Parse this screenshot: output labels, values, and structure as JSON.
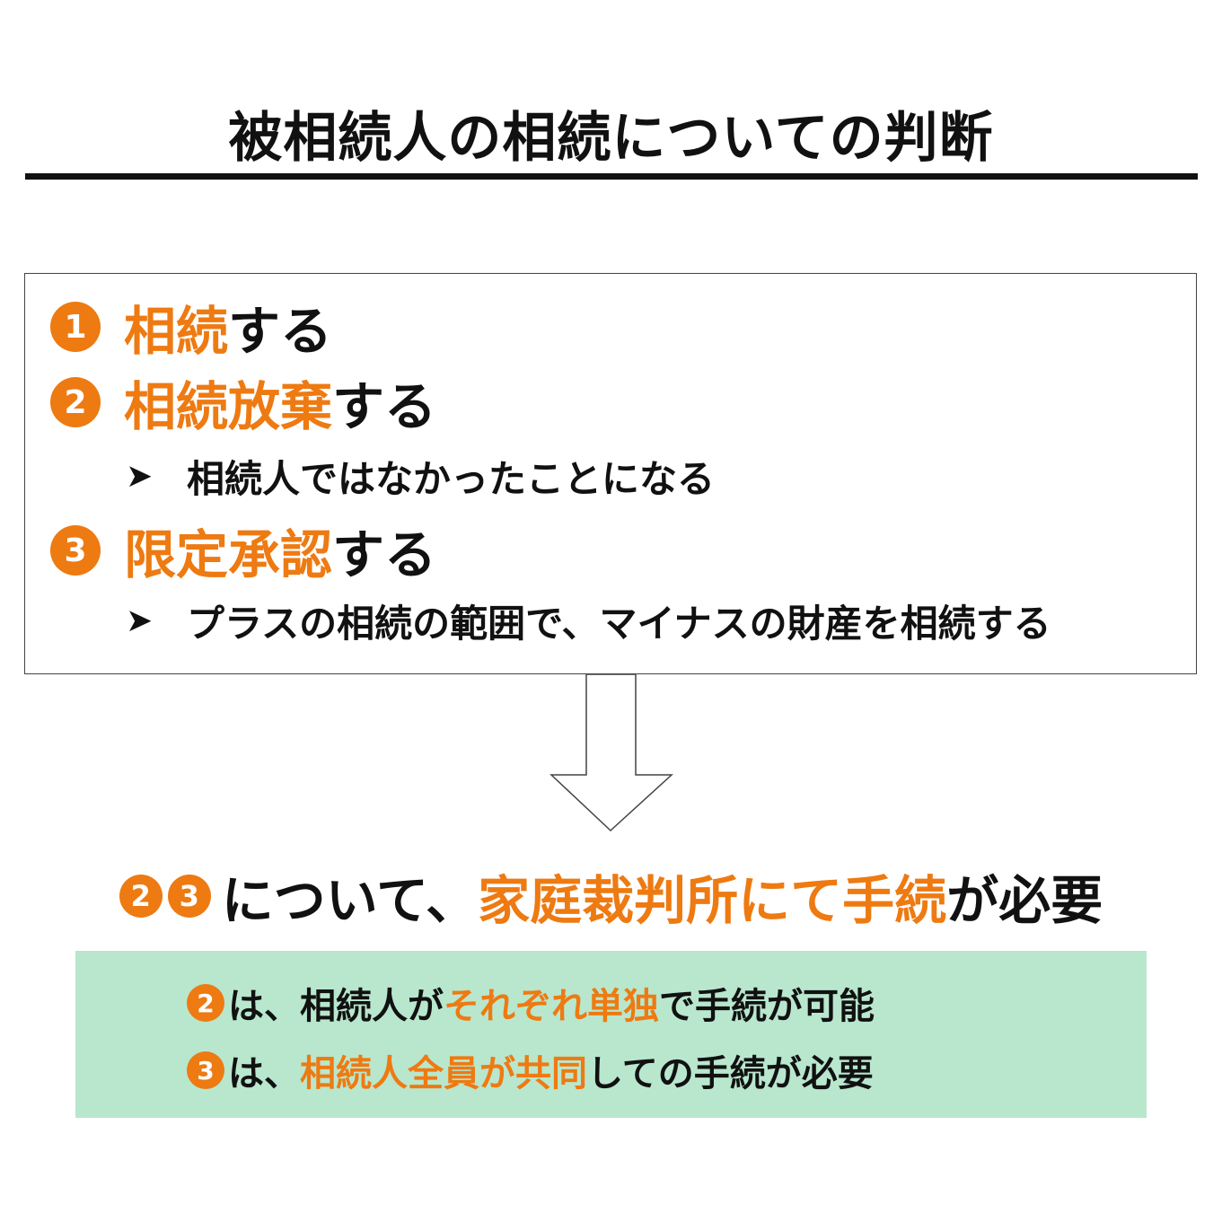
{
  "title": "被相続人の相続についての判断",
  "options": [
    {
      "number": "1",
      "highlight": "相続",
      "rest": "する"
    },
    {
      "number": "2",
      "highlight": "相続放棄",
      "rest": "する",
      "sub": "相続人ではなかったことになる"
    },
    {
      "number": "3",
      "highlight": "限定承認",
      "rest": "する",
      "sub": "プラスの相続の範囲で、マイナスの財産を相続する"
    }
  ],
  "sub_marker": "➤",
  "conclusion": {
    "numbers": [
      "2",
      "3"
    ],
    "pre": "について、",
    "highlight": "家庭裁判所にて手続",
    "post": "が必要"
  },
  "notes": [
    {
      "number": "2",
      "pre": "は、相続人が",
      "highlight": "それぞれ単独",
      "post": "で手続が可能"
    },
    {
      "number": "3",
      "pre": "は、",
      "highlight": "相続人全員が共同",
      "post": "しての手続が必要"
    }
  ],
  "colors": {
    "accent": "#EE7A12",
    "note_bg": "#B8E7CE",
    "text": "#111111"
  }
}
